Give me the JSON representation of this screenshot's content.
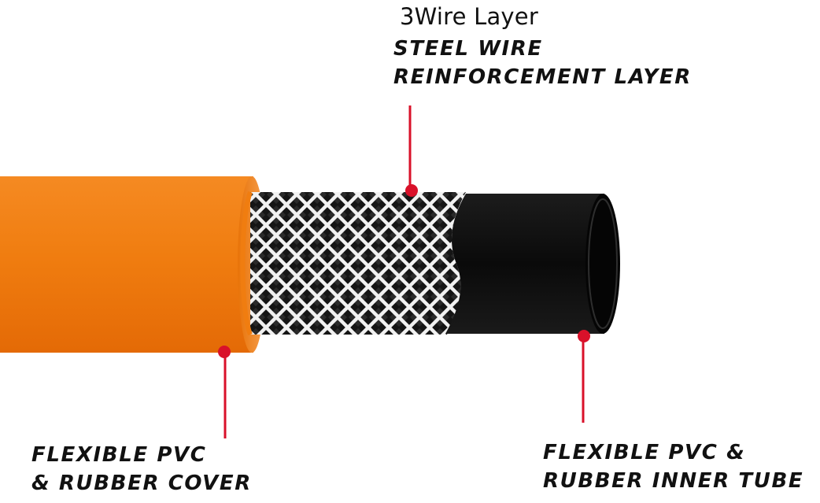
{
  "title": "3Wire Layer",
  "labels": {
    "steel": {
      "line1": "STEEL WIRE",
      "line2": "REINFORCEMENT LAYER"
    },
    "cover": {
      "line1": "FLEXIBLE PVC",
      "line2": "& RUBBER COVER"
    },
    "inner": {
      "line1": "FLEXIBLE PVC &",
      "line2": "RUBBER INNER TUBE"
    }
  },
  "colors": {
    "cover": "#f07d10",
    "cover_shade": "#e86f0a",
    "braid_wire": "#f2f2f2",
    "braid_gap": "#151515",
    "inner_tube": "#0d0d0d",
    "pointer": "#d9112a"
  }
}
